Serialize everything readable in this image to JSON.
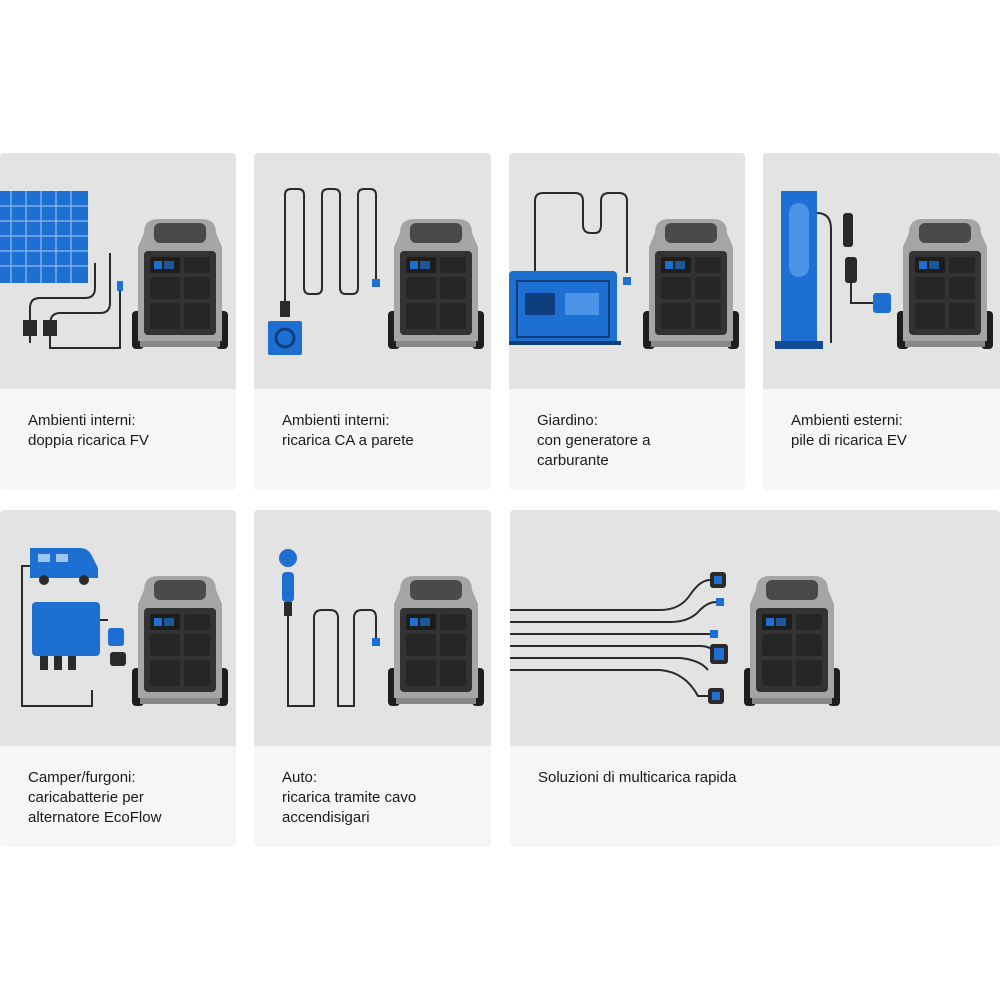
{
  "colors": {
    "panel_bg": "#e3e3e3",
    "caption_bg": "#f6f6f6",
    "accent_blue": "#1d6fd1",
    "dark_blue": "#124c96",
    "cable": "#2a2a2a",
    "unit_grey": "#9a9a9a",
    "unit_dark": "#3a3a3a"
  },
  "cards": [
    {
      "id": "indoor-dual-pv",
      "icon": "solar-panel-icon",
      "lines": [
        "Ambienti interni:",
        "doppia ricarica FV"
      ]
    },
    {
      "id": "indoor-ac-wall",
      "icon": "wall-socket-icon",
      "lines": [
        "Ambienti interni:",
        "ricarica CA a parete"
      ]
    },
    {
      "id": "garden-generator",
      "icon": "fuel-generator-icon",
      "lines": [
        "Giardino:",
        "con generatore a",
        "carburante"
      ]
    },
    {
      "id": "outdoor-ev-pile",
      "icon": "ev-charging-pile-icon",
      "lines": [
        "Ambienti esterni:",
        "pile di ricarica EV"
      ]
    },
    {
      "id": "camper-alternator",
      "icon": "camper-van-icon",
      "lines": [
        "Camper/furgoni:",
        "caricabatterie per",
        "alternatore EcoFlow"
      ]
    },
    {
      "id": "car-cigarette",
      "icon": "car-charger-plug-icon",
      "lines": [
        "Auto:",
        "ricarica tramite cavo",
        "accendisigari"
      ]
    },
    {
      "id": "multi-fast-charge",
      "icon": "multi-cable-icon",
      "lines": [
        "Soluzioni di multicarica rapida"
      ]
    }
  ]
}
